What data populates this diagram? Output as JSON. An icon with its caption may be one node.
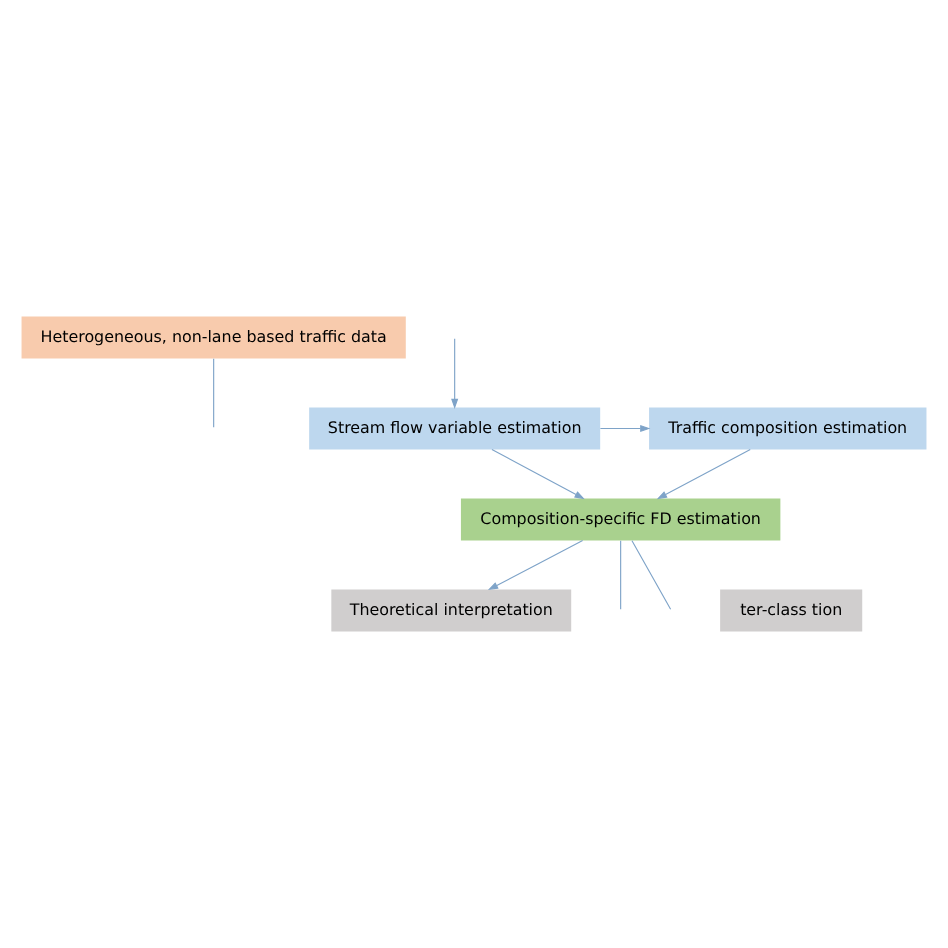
{
  "diagram": {
    "nodes": [
      {
        "text": [
          "Heterogeneous, non-lane based traffic data"
        ]
      },
      {
        "text": [
          "Stream flow variable estimation"
        ]
      },
      {
        "text": [
          "Traffic composition estimation"
        ]
      },
      {
        "text": [
          "Composition-specific FD estimation"
        ]
      },
      {
        "text": [
          "ter-class tion"
        ]
      },
      {
        "text": [
          "Theoretical interpretation"
        ]
      }
    ],
    "edges": [
      {
        "from": 0,
        "to": null,
        "arrow": "none"
      },
      {
        "from": null,
        "to": 1,
        "arrow": "to"
      },
      {
        "from": 1,
        "to": 2,
        "arrow": "to"
      },
      {
        "from": 1,
        "to": 3,
        "arrow": "to"
      },
      {
        "from": 2,
        "to": 3,
        "arrow": "to"
      },
      {
        "from": 3,
        "to": null,
        "arrow": "none"
      },
      {
        "from": 3,
        "to": 5,
        "arrow": "to"
      },
      {
        "from": 3,
        "to": null,
        "arrow": "none"
      }
    ]
  }
}
